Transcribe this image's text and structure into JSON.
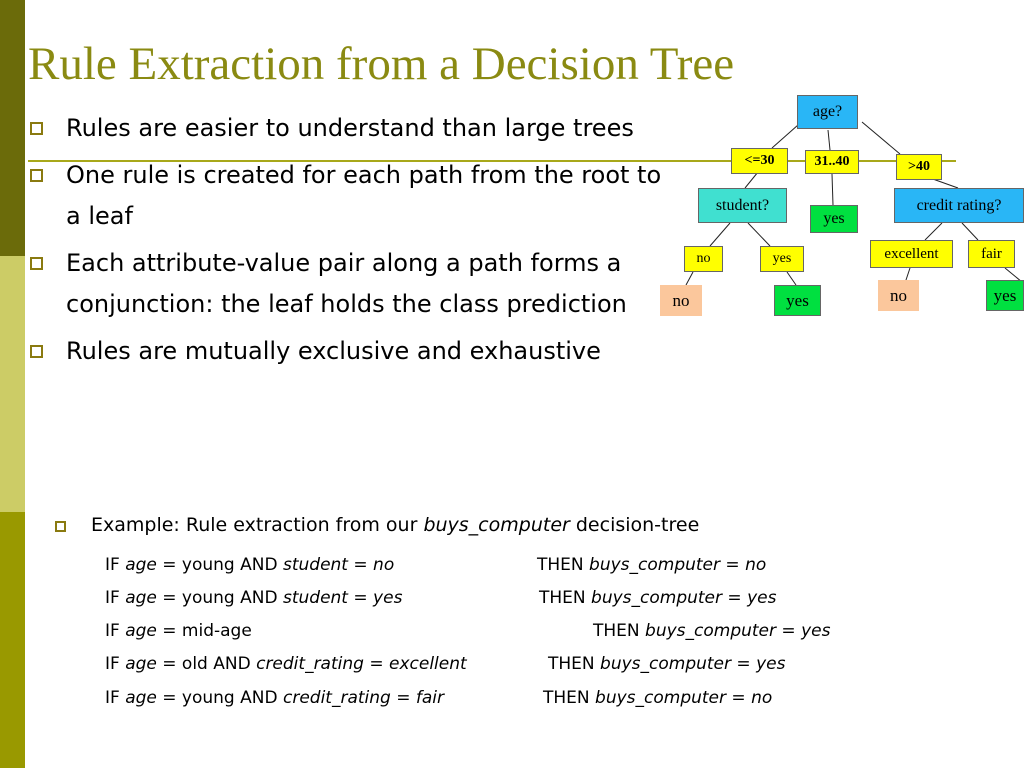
{
  "colors": {
    "title": "#8a8a12",
    "accent_line": "#a8a81a",
    "bullet": "#8a7a10",
    "sidebar_top": "#6b6b0a",
    "sidebar_mid": "#cccc66",
    "sidebar_bottom": "#999900",
    "node_blue": "#29b6f6",
    "node_teal": "#40e0d0",
    "node_yellow": "#ffff00",
    "node_green": "#00e040",
    "node_peach": "#fbc79c"
  },
  "slide": {
    "title": "Rule Extraction from a Decision Tree",
    "bullets": [
      "Rules are easier to understand than large trees",
      "One rule is created for each path from the root to a leaf",
      "Each attribute-value pair along a path forms a conjunction: the leaf holds the class prediction",
      "Rules are mutually exclusive and exhaustive"
    ],
    "example": {
      "prefix": "Example: Rule extraction from our ",
      "italic": "buys_computer",
      "suffix": " decision-tree"
    },
    "rules": [
      {
        "if_pre": "IF ",
        "a1": "age",
        "v1": " = young AND ",
        "a2": "student",
        "eq2": " = ",
        "v2": "no",
        "then_pre": "THEN ",
        "t1": "buys_computer",
        "teq": " = ",
        "t2": "no"
      },
      {
        "if_pre": "IF ",
        "a1": "age",
        "v1": " = young AND ",
        "a2": "student",
        "eq2": " = ",
        "v2": "yes",
        "then_pre": "THEN ",
        "t1": "buys_computer",
        "teq": " = ",
        "t2": "yes"
      },
      {
        "if_pre": "IF ",
        "a1": "age",
        "v1": " = mid-age",
        "a2": "",
        "eq2": "",
        "v2": "",
        "then_pre": "THEN ",
        "t1": "buys_computer",
        "teq": " = ",
        "t2": "yes"
      },
      {
        "if_pre": "IF ",
        "a1": "age",
        "v1": " = old AND ",
        "a2": "credit_rating",
        "eq2": " = ",
        "v2": "excellent",
        "then_pre": "THEN ",
        "t1": "buys_computer",
        "teq": " = ",
        "t2": "yes"
      },
      {
        "if_pre": "IF ",
        "a1": "age",
        "v1": " = young AND ",
        "a2": "credit_rating",
        "eq2": " = ",
        "v2": "fair",
        "then_pre": "THEN ",
        "t1": "buys_computer",
        "teq": " = ",
        "t2": "no"
      }
    ]
  },
  "tree": {
    "nodes": {
      "root": "age?",
      "branch_young": "<=30",
      "branch_mid": "31..40",
      "branch_old": ">40",
      "student": "student?",
      "mid_leaf": "yes",
      "credit": "credit rating?",
      "student_no": "no",
      "student_yes": "yes",
      "credit_excellent": "excellent",
      "credit_fair": "fair",
      "leaf_no_1": "no",
      "leaf_yes_1": "yes",
      "leaf_no_2": "no",
      "leaf_yes_2": "yes"
    }
  }
}
